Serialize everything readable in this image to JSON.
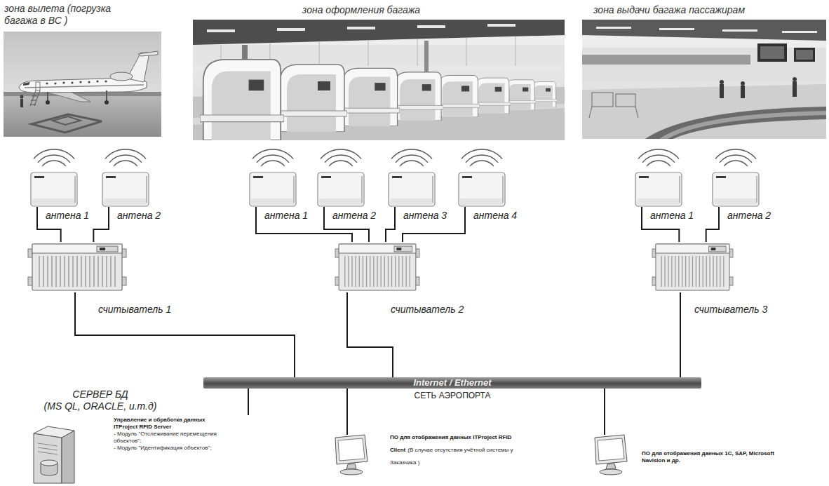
{
  "diagram": {
    "nodes": [
      {
        "text": [
          "зона вылета (погрузка багажа в ВС )"
        ]
      },
      {
        "text": [
          "зона оформления багажа"
        ]
      },
      {
        "text": [
          "зона выдачи багажа пассажирам"
        ]
      },
      {
        "text": [
          "антена 1"
        ]
      },
      {
        "text": [
          "антена 2"
        ]
      },
      {
        "text": [
          "антена 1"
        ]
      },
      {
        "text": [
          "антена 2"
        ]
      },
      {
        "text": [
          "антена 3"
        ]
      },
      {
        "text": [
          "антена 4"
        ]
      },
      {
        "text": [
          "антена 1"
        ]
      },
      {
        "text": [
          "антена 2"
        ]
      },
      {
        "text": [
          "считыватель 1"
        ]
      },
      {
        "text": [
          "считыватель 2"
        ]
      },
      {
        "text": [
          "считыватель 3"
        ]
      },
      {
        "text": [
          "Internet / Ethernet",
          "СЕТЬ АЭРОПОРТА"
        ]
      },
      {
        "text": [
          "СЕРВЕР БД",
          "(MS QL, ORACLE, и.т.д)",
          "Управление и обработка данных ITProject RFID Server",
          "- Модуль \"Отслеживание перемещения объектов\";",
          "- Модуль \"Идентификация объектов\";"
        ]
      },
      {
        "text": [
          "ПО для отображения данных ITProject RFID Client",
          "(В случае отсутствия учётной системы у Заказчика )"
        ]
      },
      {
        "text": [
          "ПО для отображения данных 1С, SAP, Microsoft Navision и др."
        ]
      }
    ],
    "edges": [
      {
        "from": 3,
        "to": 11,
        "arrow": "none"
      },
      {
        "from": 4,
        "to": 11,
        "arrow": "none"
      },
      {
        "from": 5,
        "to": 12,
        "arrow": "none"
      },
      {
        "from": 6,
        "to": 12,
        "arrow": "none"
      },
      {
        "from": 7,
        "to": 12,
        "arrow": "none"
      },
      {
        "from": 8,
        "to": 12,
        "arrow": "none"
      },
      {
        "from": 9,
        "to": 13,
        "arrow": "none"
      },
      {
        "from": 10,
        "to": 13,
        "arrow": "none"
      },
      {
        "from": 11,
        "to": 14,
        "arrow": "none"
      },
      {
        "from": 12,
        "to": 14,
        "arrow": "none"
      },
      {
        "from": 13,
        "to": 14,
        "arrow": "none"
      },
      {
        "from": 15,
        "to": 14,
        "arrow": "none"
      },
      {
        "from": 16,
        "to": 14,
        "arrow": "none"
      },
      {
        "from": 17,
        "to": 14,
        "arrow": "none"
      }
    ]
  }
}
